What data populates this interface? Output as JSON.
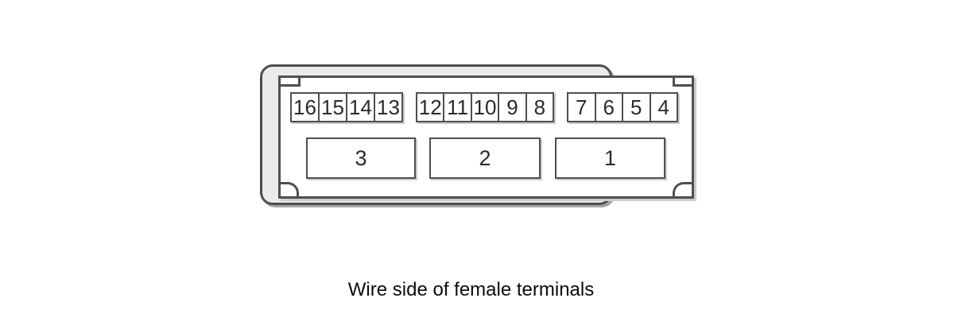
{
  "caption": "Wire side of female terminals",
  "connector": {
    "view": "wire-side",
    "terminal_gender": "female",
    "top_row_groups": [
      {
        "pins": [
          "16",
          "15",
          "14",
          "13"
        ]
      },
      {
        "pins": [
          "12",
          "11",
          "10",
          "9",
          "8"
        ]
      },
      {
        "pins": [
          "7",
          "6",
          "5",
          "4"
        ]
      }
    ],
    "bottom_row_pins": [
      "3",
      "2",
      "1"
    ]
  },
  "colors": {
    "line": "#4f4f51",
    "housing_fill": "#ebebeb",
    "cell_fill": "#ffffff",
    "shadow_dark": "#a3a3a3",
    "shadow_light": "#cccccc",
    "text": "#2a2a2a",
    "bg": "#ffffff"
  }
}
